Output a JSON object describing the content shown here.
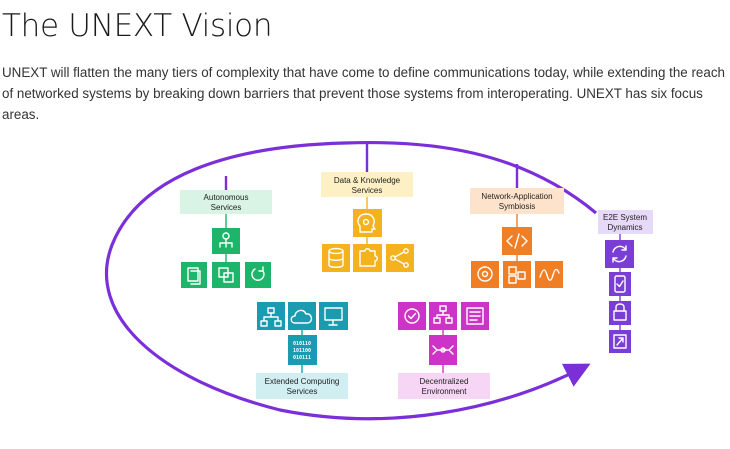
{
  "page": {
    "title": "The UNEXT Vision",
    "intro": "UNEXT will flatten the many tiers of complexity that have come to define communications today, while extending the reach of networked systems by breaking down barriers that prevent those systems from interoperating. UNEXT has six focus areas."
  },
  "colors": {
    "ring": "#7b2fd8",
    "autonomous": "#1db56a",
    "data_knowledge": "#f4b21e",
    "network_app": "#f07e24",
    "e2e": "#7a3ed6",
    "computing": "#1a9bb0",
    "decentralized": "#cc33c6"
  },
  "focus_areas": {
    "autonomous": {
      "line1": "Autonomous",
      "line2": "Services",
      "icons": [
        "gear-network-icon",
        "copy-icon",
        "layers-icon",
        "refresh-icon"
      ]
    },
    "data_knowledge": {
      "line1": "Data & Knowledge",
      "line2": "Services",
      "icons": [
        "gear-head-icon",
        "database-icon",
        "puzzle-icon",
        "share-icon"
      ]
    },
    "network_app": {
      "line1": "Network-Application",
      "line2": "Symbiosis",
      "icons": [
        "code-icon",
        "gear-cycle-icon",
        "blocks-icon",
        "wave-icon"
      ]
    },
    "e2e": {
      "line1": "E2E System",
      "line2": "Dynamics",
      "icons": [
        "sync-icon",
        "mobile-check-icon",
        "lock-icon",
        "expand-icon"
      ]
    },
    "computing": {
      "line1": "Extended Computing",
      "line2": "Services",
      "icons": [
        "hierarchy-icon",
        "cloud-icon",
        "monitor-icon",
        "binary-icon"
      ],
      "binary_lines": [
        "010110",
        "101100",
        "010111"
      ]
    },
    "decentralized": {
      "line1": "Decentralized",
      "line2": "Environment",
      "icons": [
        "badge-check-icon",
        "flow-icon",
        "list-icon",
        "connect-icon"
      ]
    }
  }
}
